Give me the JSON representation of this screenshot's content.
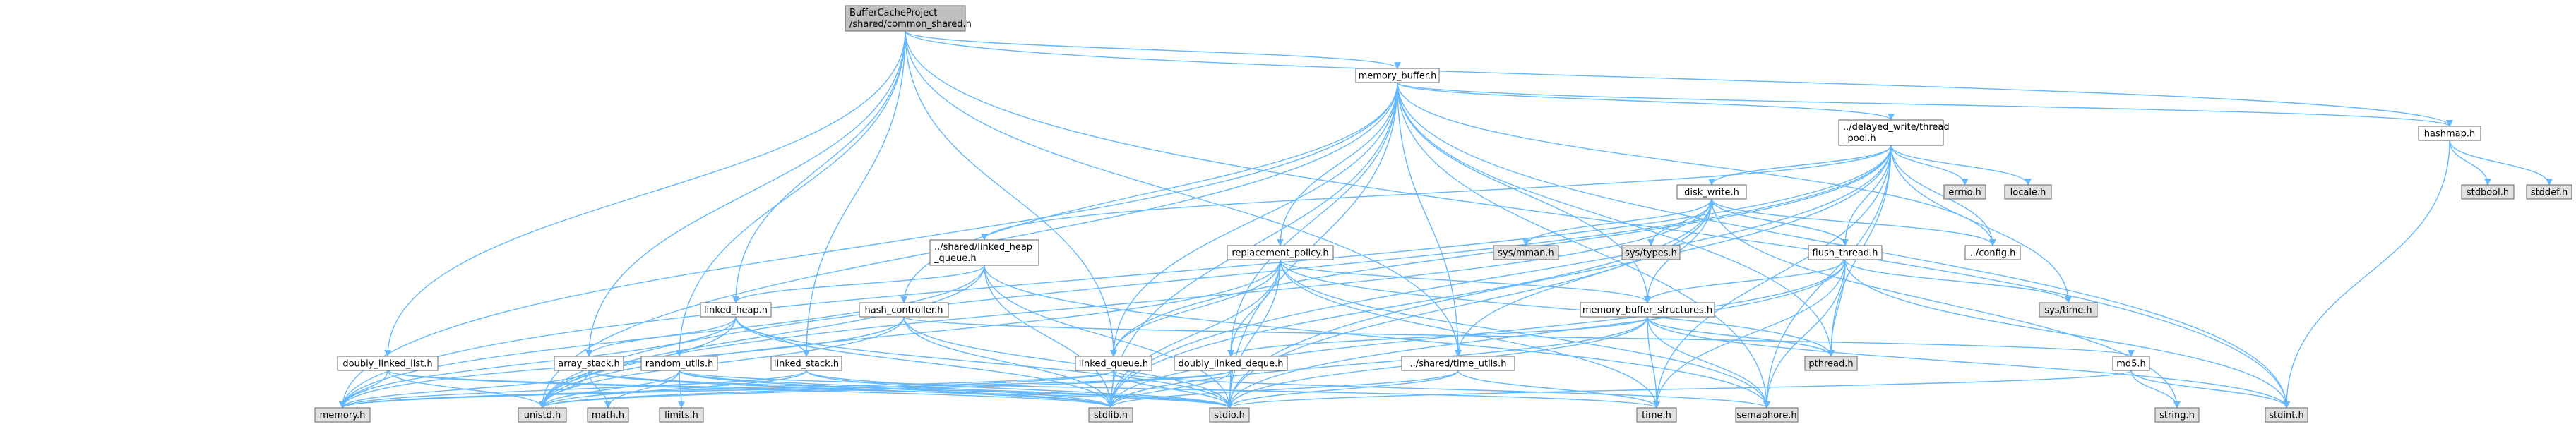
{
  "colors": {
    "edge": "#63b8ff",
    "root_fill": "#bfbfbf",
    "node_fill": "#ffffff",
    "system_fill": "#e0e0e0",
    "border": "#666666",
    "text": "#000000"
  },
  "nodes": [
    {
      "id": "root",
      "lines": [
        "BufferCacheProject",
        "/shared/common_shared.h"
      ],
      "kind": "root"
    },
    {
      "id": "memory_buffer_h",
      "lines": [
        "memory_buffer.h"
      ],
      "kind": "header"
    },
    {
      "id": "hashmap_h",
      "lines": [
        "hashmap.h"
      ],
      "kind": "header"
    },
    {
      "id": "delayed_write_thread_pool_h",
      "lines": [
        "../delayed_write/thread",
        "_pool.h"
      ],
      "kind": "header"
    },
    {
      "id": "disk_write_h",
      "lines": [
        "disk_write.h"
      ],
      "kind": "header"
    },
    {
      "id": "errno_h",
      "lines": [
        "errno.h"
      ],
      "kind": "system"
    },
    {
      "id": "locale_h",
      "lines": [
        "locale.h"
      ],
      "kind": "system"
    },
    {
      "id": "stdbool_h",
      "lines": [
        "stdbool.h"
      ],
      "kind": "system"
    },
    {
      "id": "stddef_h",
      "lines": [
        "stddef.h"
      ],
      "kind": "system"
    },
    {
      "id": "shared_linked_heap_queue_h",
      "lines": [
        "../shared/linked_heap",
        "_queue.h"
      ],
      "kind": "header"
    },
    {
      "id": "replacement_policy_h",
      "lines": [
        "replacement_policy.h"
      ],
      "kind": "header"
    },
    {
      "id": "sys_mman_h",
      "lines": [
        "sys/mman.h"
      ],
      "kind": "system"
    },
    {
      "id": "sys_types_h",
      "lines": [
        "sys/types.h"
      ],
      "kind": "system"
    },
    {
      "id": "flush_thread_h",
      "lines": [
        "flush_thread.h"
      ],
      "kind": "header"
    },
    {
      "id": "config_h",
      "lines": [
        "../config.h"
      ],
      "kind": "header"
    },
    {
      "id": "linked_heap_h",
      "lines": [
        "linked_heap.h"
      ],
      "kind": "header"
    },
    {
      "id": "hash_controller_h",
      "lines": [
        "hash_controller.h"
      ],
      "kind": "header"
    },
    {
      "id": "memory_buffer_structures_h",
      "lines": [
        "memory_buffer_structures.h"
      ],
      "kind": "header"
    },
    {
      "id": "sys_time_h",
      "lines": [
        "sys/time.h"
      ],
      "kind": "system"
    },
    {
      "id": "doubly_linked_list_h",
      "lines": [
        "doubly_linked_list.h"
      ],
      "kind": "header"
    },
    {
      "id": "array_stack_h",
      "lines": [
        "array_stack.h"
      ],
      "kind": "header"
    },
    {
      "id": "random_utils_h",
      "lines": [
        "random_utils.h"
      ],
      "kind": "header"
    },
    {
      "id": "linked_stack_h",
      "lines": [
        "linked_stack.h"
      ],
      "kind": "header"
    },
    {
      "id": "linked_queue_h",
      "lines": [
        "linked_queue.h"
      ],
      "kind": "header"
    },
    {
      "id": "doubly_linked_deque_h",
      "lines": [
        "doubly_linked_deque.h"
      ],
      "kind": "header"
    },
    {
      "id": "shared_time_utils_h",
      "lines": [
        "../shared/time_utils.h"
      ],
      "kind": "header"
    },
    {
      "id": "pthread_h",
      "lines": [
        "pthread.h"
      ],
      "kind": "system"
    },
    {
      "id": "md5_h",
      "lines": [
        "md5.h"
      ],
      "kind": "header"
    },
    {
      "id": "memory_h",
      "lines": [
        "memory.h"
      ],
      "kind": "system"
    },
    {
      "id": "unistd_h",
      "lines": [
        "unistd.h"
      ],
      "kind": "system"
    },
    {
      "id": "math_h",
      "lines": [
        "math.h"
      ],
      "kind": "system"
    },
    {
      "id": "limits_h",
      "lines": [
        "limits.h"
      ],
      "kind": "system"
    },
    {
      "id": "stdlib_h",
      "lines": [
        "stdlib.h"
      ],
      "kind": "system"
    },
    {
      "id": "stdio_h",
      "lines": [
        "stdio.h"
      ],
      "kind": "system"
    },
    {
      "id": "time_h",
      "lines": [
        "time.h"
      ],
      "kind": "system"
    },
    {
      "id": "semaphore_h",
      "lines": [
        "semaphore.h"
      ],
      "kind": "system"
    },
    {
      "id": "string_h",
      "lines": [
        "string.h"
      ],
      "kind": "system"
    },
    {
      "id": "stdint_h",
      "lines": [
        "stdint.h"
      ],
      "kind": "system"
    }
  ],
  "edges": [
    [
      "root",
      "memory_buffer_h"
    ],
    [
      "root",
      "hashmap_h"
    ],
    [
      "root",
      "linked_heap_h"
    ],
    [
      "root",
      "doubly_linked_list_h"
    ],
    [
      "root",
      "array_stack_h"
    ],
    [
      "root",
      "random_utils_h"
    ],
    [
      "root",
      "linked_stack_h"
    ],
    [
      "root",
      "linked_queue_h"
    ],
    [
      "root",
      "shared_time_utils_h"
    ],
    [
      "root",
      "stdint_h"
    ],
    [
      "memory_buffer_h",
      "delayed_write_thread_pool_h"
    ],
    [
      "memory_buffer_h",
      "hashmap_h"
    ],
    [
      "memory_buffer_h",
      "config_h"
    ],
    [
      "memory_buffer_h",
      "replacement_policy_h"
    ],
    [
      "memory_buffer_h",
      "hash_controller_h"
    ],
    [
      "memory_buffer_h",
      "memory_buffer_structures_h"
    ],
    [
      "memory_buffer_h",
      "linked_queue_h"
    ],
    [
      "memory_buffer_h",
      "doubly_linked_deque_h"
    ],
    [
      "memory_buffer_h",
      "shared_time_utils_h"
    ],
    [
      "memory_buffer_h",
      "memory_h"
    ],
    [
      "memory_buffer_h",
      "unistd_h"
    ],
    [
      "memory_buffer_h",
      "stdlib_h"
    ],
    [
      "memory_buffer_h",
      "stdio_h"
    ],
    [
      "memory_buffer_h",
      "semaphore_h"
    ],
    [
      "memory_buffer_h",
      "stdint_h"
    ],
    [
      "memory_buffer_h",
      "pthread_h"
    ],
    [
      "hashmap_h",
      "stdbool_h"
    ],
    [
      "hashmap_h",
      "stddef_h"
    ],
    [
      "hashmap_h",
      "stdint_h"
    ],
    [
      "delayed_write_thread_pool_h",
      "disk_write_h"
    ],
    [
      "delayed_write_thread_pool_h",
      "errno_h"
    ],
    [
      "delayed_write_thread_pool_h",
      "locale_h"
    ],
    [
      "delayed_write_thread_pool_h",
      "flush_thread_h"
    ],
    [
      "delayed_write_thread_pool_h",
      "config_h"
    ],
    [
      "delayed_write_thread_pool_h",
      "shared_linked_heap_queue_h"
    ],
    [
      "delayed_write_thread_pool_h",
      "sys_time_h"
    ],
    [
      "delayed_write_thread_pool_h",
      "pthread_h"
    ],
    [
      "delayed_write_thread_pool_h",
      "semaphore_h"
    ],
    [
      "delayed_write_thread_pool_h",
      "stdio_h"
    ],
    [
      "delayed_write_thread_pool_h",
      "stdlib_h"
    ],
    [
      "delayed_write_thread_pool_h",
      "unistd_h"
    ],
    [
      "delayed_write_thread_pool_h",
      "memory_h"
    ],
    [
      "delayed_write_thread_pool_h",
      "linked_queue_h"
    ],
    [
      "delayed_write_thread_pool_h",
      "time_h"
    ],
    [
      "disk_write_h",
      "sys_mman_h"
    ],
    [
      "disk_write_h",
      "sys_types_h"
    ],
    [
      "disk_write_h",
      "flush_thread_h"
    ],
    [
      "disk_write_h",
      "config_h"
    ],
    [
      "disk_write_h",
      "memory_buffer_structures_h"
    ],
    [
      "disk_write_h",
      "shared_time_utils_h"
    ],
    [
      "disk_write_h",
      "stdio_h"
    ],
    [
      "disk_write_h",
      "stdlib_h"
    ],
    [
      "disk_write_h",
      "unistd_h"
    ],
    [
      "disk_write_h",
      "string_h"
    ],
    [
      "flush_thread_h",
      "disk_write_h"
    ],
    [
      "flush_thread_h",
      "memory_buffer_structures_h"
    ],
    [
      "flush_thread_h",
      "sys_time_h"
    ],
    [
      "flush_thread_h",
      "pthread_h"
    ],
    [
      "flush_thread_h",
      "semaphore_h"
    ],
    [
      "flush_thread_h",
      "stdio_h"
    ],
    [
      "flush_thread_h",
      "stdlib_h"
    ],
    [
      "flush_thread_h",
      "time_h"
    ],
    [
      "flush_thread_h",
      "stdint_h"
    ],
    [
      "shared_linked_heap_queue_h",
      "linked_heap_h"
    ],
    [
      "shared_linked_heap_queue_h",
      "stdlib_h"
    ],
    [
      "shared_linked_heap_queue_h",
      "stdio_h"
    ],
    [
      "shared_linked_heap_queue_h",
      "semaphore_h"
    ],
    [
      "shared_linked_heap_queue_h",
      "unistd_h"
    ],
    [
      "shared_linked_heap_queue_h",
      "memory_h"
    ],
    [
      "replacement_policy_h",
      "memory_buffer_structures_h"
    ],
    [
      "replacement_policy_h",
      "linked_queue_h"
    ],
    [
      "replacement_policy_h",
      "doubly_linked_deque_h"
    ],
    [
      "replacement_policy_h",
      "pthread_h"
    ],
    [
      "replacement_policy_h",
      "stdlib_h"
    ],
    [
      "replacement_policy_h",
      "stdio_h"
    ],
    [
      "replacement_policy_h",
      "unistd_h"
    ],
    [
      "replacement_policy_h",
      "semaphore_h"
    ],
    [
      "replacement_policy_h",
      "time_h"
    ],
    [
      "linked_heap_h",
      "memory_h"
    ],
    [
      "linked_heap_h",
      "unistd_h"
    ],
    [
      "linked_heap_h",
      "stdlib_h"
    ],
    [
      "linked_heap_h",
      "stdio_h"
    ],
    [
      "linked_heap_h",
      "array_stack_h"
    ],
    [
      "linked_heap_h",
      "linked_stack_h"
    ],
    [
      "hash_controller_h",
      "md5_h"
    ],
    [
      "hash_controller_h",
      "stdlib_h"
    ],
    [
      "hash_controller_h",
      "stdio_h"
    ],
    [
      "hash_controller_h",
      "unistd_h"
    ],
    [
      "hash_controller_h",
      "memory_h"
    ],
    [
      "memory_buffer_structures_h",
      "pthread_h"
    ],
    [
      "memory_buffer_structures_h",
      "semaphore_h"
    ],
    [
      "memory_buffer_structures_h",
      "stdlib_h"
    ],
    [
      "memory_buffer_structures_h",
      "stdio_h"
    ],
    [
      "memory_buffer_structures_h",
      "stdint_h"
    ],
    [
      "memory_buffer_structures_h",
      "doubly_linked_deque_h"
    ],
    [
      "memory_buffer_structures_h",
      "time_h"
    ],
    [
      "doubly_linked_list_h",
      "memory_h"
    ],
    [
      "doubly_linked_list_h",
      "unistd_h"
    ],
    [
      "doubly_linked_list_h",
      "stdlib_h"
    ],
    [
      "doubly_linked_list_h",
      "stdio_h"
    ],
    [
      "array_stack_h",
      "memory_h"
    ],
    [
      "array_stack_h",
      "unistd_h"
    ],
    [
      "array_stack_h",
      "math_h"
    ],
    [
      "array_stack_h",
      "stdlib_h"
    ],
    [
      "array_stack_h",
      "stdio_h"
    ],
    [
      "random_utils_h",
      "limits_h"
    ],
    [
      "random_utils_h",
      "math_h"
    ],
    [
      "random_utils_h",
      "stdlib_h"
    ],
    [
      "random_utils_h",
      "stdio_h"
    ],
    [
      "random_utils_h",
      "time_h"
    ],
    [
      "random_utils_h",
      "unistd_h"
    ],
    [
      "linked_stack_h",
      "memory_h"
    ],
    [
      "linked_stack_h",
      "unistd_h"
    ],
    [
      "linked_stack_h",
      "stdlib_h"
    ],
    [
      "linked_stack_h",
      "stdio_h"
    ],
    [
      "linked_queue_h",
      "memory_h"
    ],
    [
      "linked_queue_h",
      "unistd_h"
    ],
    [
      "linked_queue_h",
      "stdlib_h"
    ],
    [
      "linked_queue_h",
      "stdio_h"
    ],
    [
      "linked_queue_h",
      "semaphore_h"
    ],
    [
      "doubly_linked_deque_h",
      "memory_h"
    ],
    [
      "doubly_linked_deque_h",
      "unistd_h"
    ],
    [
      "doubly_linked_deque_h",
      "stdlib_h"
    ],
    [
      "doubly_linked_deque_h",
      "stdio_h"
    ],
    [
      "shared_time_utils_h",
      "time_h"
    ],
    [
      "shared_time_utils_h",
      "stdlib_h"
    ],
    [
      "shared_time_utils_h",
      "stdio_h"
    ],
    [
      "md5_h",
      "string_h"
    ],
    [
      "md5_h",
      "stdint_h"
    ],
    [
      "md5_h",
      "stdio_h"
    ]
  ]
}
